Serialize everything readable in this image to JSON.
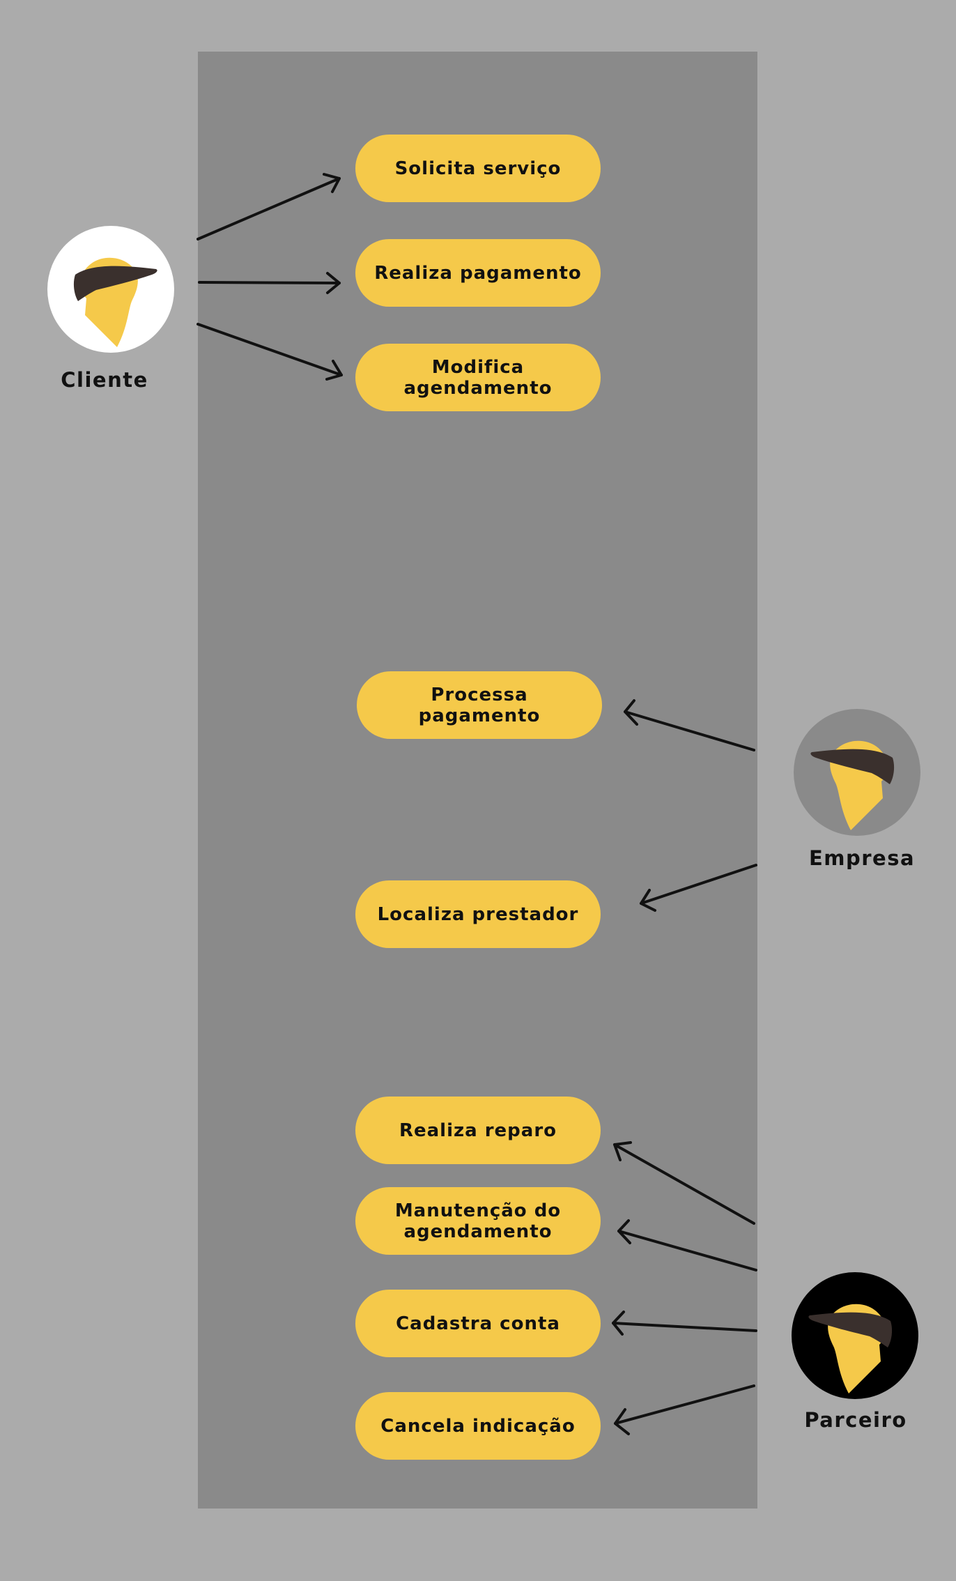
{
  "colors": {
    "page_background": "#ababab",
    "system_boundary": "#8a8a8a",
    "use_case_fill": "#f5c94a",
    "text": "#111111",
    "arrow": "#111111",
    "logo_yellow": "#f5c94a",
    "logo_dark": "#3a302d"
  },
  "actors": {
    "cliente": {
      "label": "Cliente",
      "avatar_background": "#ffffff",
      "icon": "bird-logo-icon"
    },
    "empresa": {
      "label": "Empresa",
      "avatar_background": "#8a8a8a",
      "icon": "bird-logo-icon"
    },
    "parceiro": {
      "label": "Parceiro",
      "avatar_background": "#000000",
      "icon": "bird-logo-icon"
    }
  },
  "use_cases": {
    "solicita_servico": "Solicita serviço",
    "realiza_pagamento": "Realiza pagamento",
    "modifica_agendamento": "Modifica\nagendamento",
    "processa_pagamento": "Processa\npagamento",
    "localiza_prestador": "Localiza prestador",
    "realiza_reparo": "Realiza reparo",
    "manutencao_agendamento": "Manutenção do\nagendamento",
    "cadastra_conta": "Cadastra conta",
    "cancela_indicacao": "Cancela indicação"
  },
  "associations": [
    {
      "from": "Cliente",
      "to": "Solicita serviço"
    },
    {
      "from": "Cliente",
      "to": "Realiza pagamento"
    },
    {
      "from": "Cliente",
      "to": "Modifica agendamento"
    },
    {
      "from": "Empresa",
      "to": "Processa pagamento"
    },
    {
      "from": "Empresa",
      "to": "Localiza prestador"
    },
    {
      "from": "Parceiro",
      "to": "Realiza reparo"
    },
    {
      "from": "Parceiro",
      "to": "Manutenção do agendamento"
    },
    {
      "from": "Parceiro",
      "to": "Cadastra conta"
    },
    {
      "from": "Parceiro",
      "to": "Cancela indicação"
    }
  ]
}
